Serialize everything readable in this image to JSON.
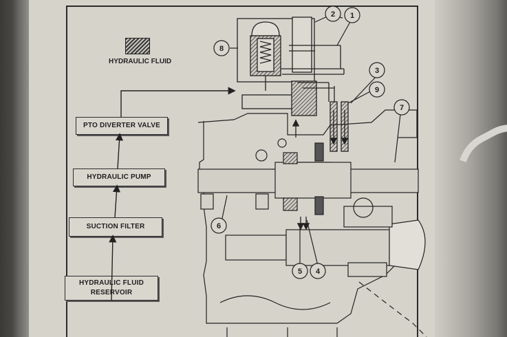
{
  "legend": {
    "label": "HYDRAULIC FLUID"
  },
  "flow_boxes": [
    {
      "id": "pto",
      "label": "PTO DIVERTER VALVE"
    },
    {
      "id": "pump",
      "label": "HYDRAULIC PUMP"
    },
    {
      "id": "filter",
      "label": "SUCTION FILTER"
    },
    {
      "id": "reservoir",
      "line1": "HYDRAULIC FLUID",
      "line2": "RESERVOIR"
    }
  ],
  "callouts": [
    "1",
    "2",
    "3",
    "4",
    "5",
    "6",
    "7",
    "8",
    "9"
  ],
  "colors": {
    "paper": "#d6d3cb",
    "ink": "#2a2a2a"
  }
}
